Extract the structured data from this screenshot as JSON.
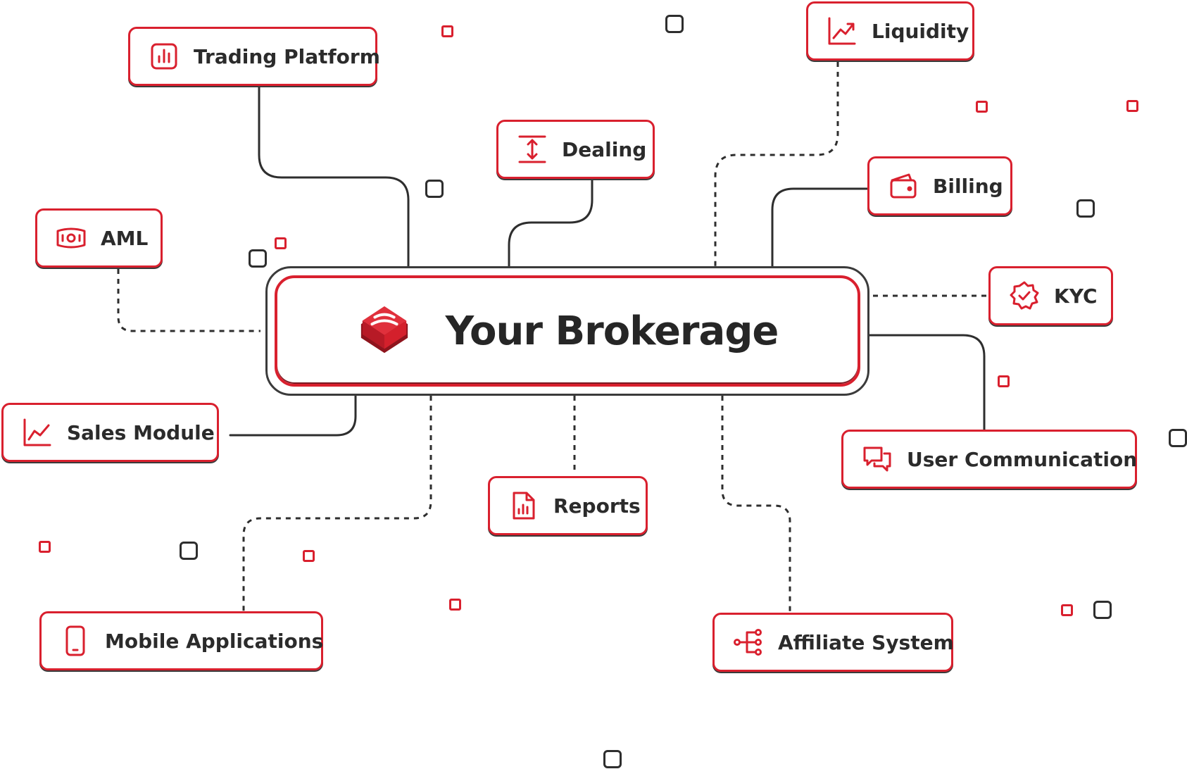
{
  "hub": {
    "title": "Your Brokerage",
    "logo_icon": "brokerage-logo-icon"
  },
  "nodes": [
    {
      "label": "Trading Platform",
      "icon": "bar-chart-icon"
    },
    {
      "label": "Dealing",
      "icon": "vertical-arrows-icon"
    },
    {
      "label": "Liquidity",
      "icon": "trend-up-icon"
    },
    {
      "label": "Billing",
      "icon": "wallet-icon"
    },
    {
      "label": "AML",
      "icon": "banknote-icon"
    },
    {
      "label": "KYC",
      "icon": "verified-badge-icon"
    },
    {
      "label": "Sales Module",
      "icon": "line-chart-icon"
    },
    {
      "label": "User Communication",
      "icon": "chat-bubbles-icon"
    },
    {
      "label": "Reports",
      "icon": "report-document-icon"
    },
    {
      "label": "Mobile Applications",
      "icon": "smartphone-icon"
    },
    {
      "label": "Affiliate System",
      "icon": "network-icon"
    }
  ],
  "colors": {
    "accent": "#d9202e",
    "text": "#2b2b2b",
    "line": "#2e2e2e"
  }
}
